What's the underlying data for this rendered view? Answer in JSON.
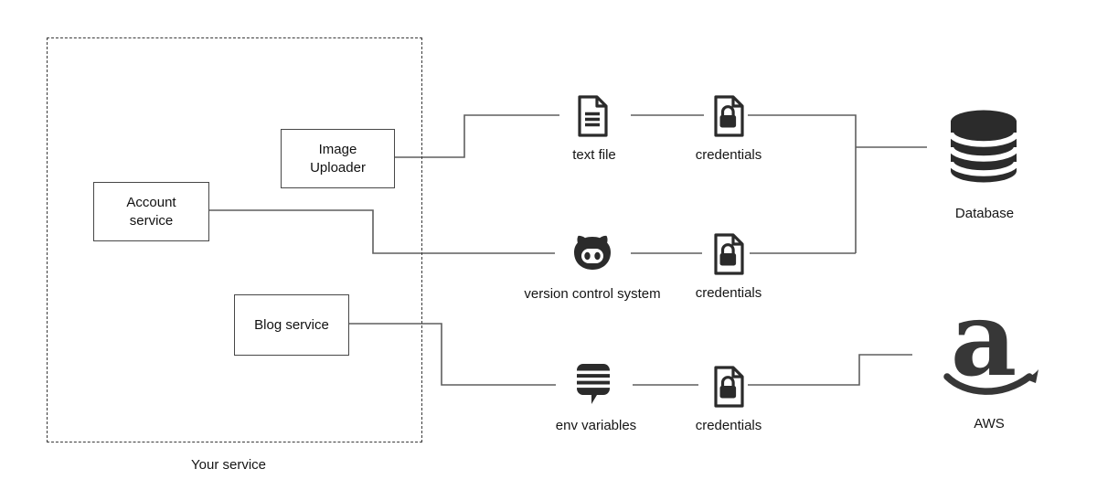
{
  "group": {
    "label": "Your service"
  },
  "services": [
    {
      "label": "Image\nUploader"
    },
    {
      "label": "Account\nservice"
    },
    {
      "label": "Blog service"
    }
  ],
  "resources": [
    {
      "label": "text file",
      "icon": "text-file-icon"
    },
    {
      "label": "version control system",
      "icon": "github-icon"
    },
    {
      "label": "env variables",
      "icon": "env-variables-icon"
    }
  ],
  "credentials": [
    {
      "label": "credentials",
      "icon": "locked-file-icon"
    },
    {
      "label": "credentials",
      "icon": "locked-file-icon"
    },
    {
      "label": "credentials",
      "icon": "locked-file-icon"
    }
  ],
  "targets": [
    {
      "label": "Database",
      "icon": "database-icon"
    },
    {
      "label": "AWS",
      "icon": "aws-smile-icon"
    }
  ],
  "colors": {
    "icon": "#2b2b2b",
    "connector": "#5f5f5f",
    "text": "#1a1a1a",
    "box_border": "#474747",
    "dashed_border": "#3a3a3a",
    "background": "#ffffff"
  }
}
